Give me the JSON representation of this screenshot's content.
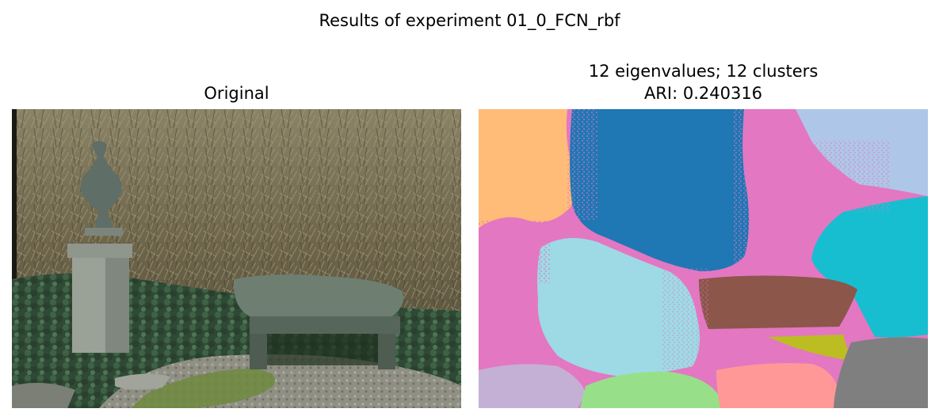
{
  "figure": {
    "title": "Results of experiment 01_0_FCN_rbf"
  },
  "panels": [
    {
      "title_lines": [
        "Original"
      ]
    },
    {
      "title_lines": [
        "12 eigenvalues; 12 clusters",
        "ARI: 0.240316"
      ]
    }
  ],
  "segmentation": {
    "eigenvalues": 12,
    "clusters": 12,
    "ari": 0.240316,
    "palette": {
      "orange_light": "#ffbb78",
      "blue": "#1f77b4",
      "pink": "#e377c2",
      "lavender": "#aec7e8",
      "cyan": "#17becf",
      "sky": "#9edae5",
      "brown": "#8c564b",
      "olive": "#bcbd22",
      "mauve": "#c5b0d5",
      "light_green": "#98df8a",
      "salmon": "#ff9896",
      "gray": "#7f7f7f"
    }
  }
}
